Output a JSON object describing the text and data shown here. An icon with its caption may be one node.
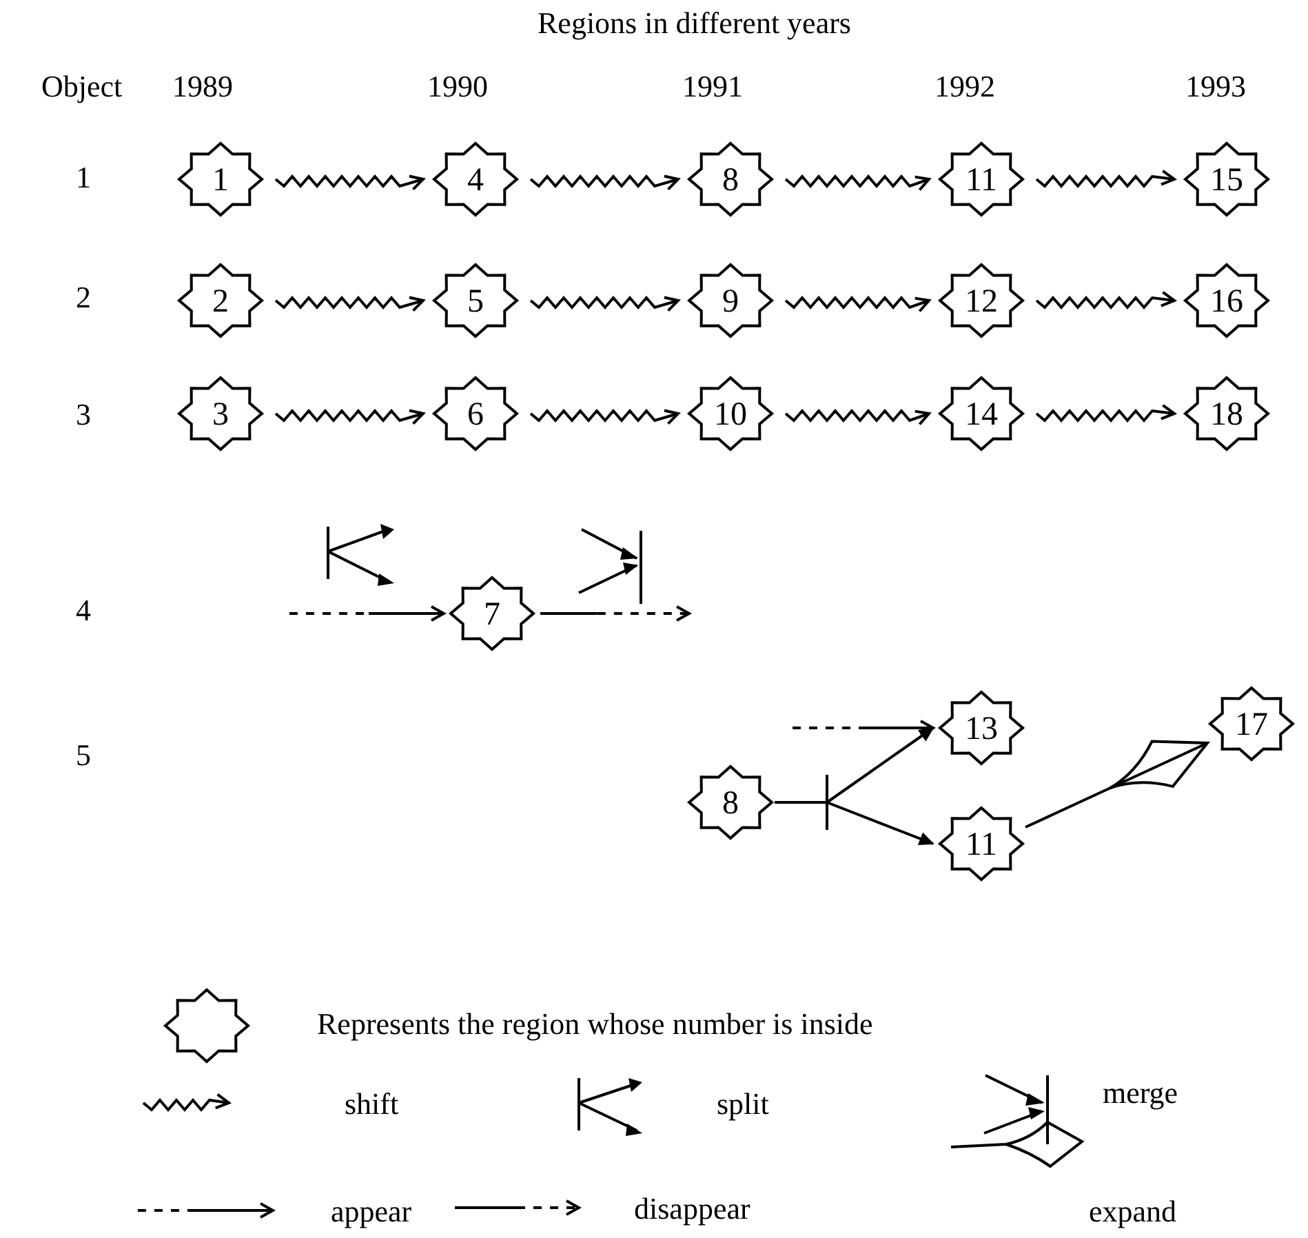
{
  "diagram": {
    "title": "Regions in different years",
    "nodes": [
      {
        "text": [
          "1"
        ]
      },
      {
        "text": [
          "4"
        ]
      },
      {
        "text": [
          "8"
        ]
      },
      {
        "text": [
          "11"
        ]
      },
      {
        "text": [
          "15"
        ]
      },
      {
        "text": [
          "2"
        ]
      },
      {
        "text": [
          "5"
        ]
      },
      {
        "text": [
          "9"
        ]
      },
      {
        "text": [
          "12"
        ]
      },
      {
        "text": [
          "16"
        ]
      },
      {
        "text": [
          "3"
        ]
      },
      {
        "text": [
          "6"
        ]
      },
      {
        "text": [
          "10"
        ]
      },
      {
        "text": [
          "14"
        ]
      },
      {
        "text": [
          "18"
        ]
      },
      {
        "text": [
          "7"
        ]
      },
      {
        "text": [
          "13"
        ]
      },
      {
        "text": [
          "17"
        ]
      },
      {
        "text": [
          "8"
        ]
      },
      {
        "text": [
          "11"
        ]
      }
    ],
    "edges": [
      {
        "from": 0,
        "to": 1,
        "arrow": "to"
      },
      {
        "from": 1,
        "to": 2,
        "arrow": "to"
      },
      {
        "from": 2,
        "to": 3,
        "arrow": "to"
      },
      {
        "from": 3,
        "to": 4,
        "arrow": "to"
      },
      {
        "from": 5,
        "to": 6,
        "arrow": "to"
      },
      {
        "from": 6,
        "to": 7,
        "arrow": "to"
      },
      {
        "from": 7,
        "to": 8,
        "arrow": "to"
      },
      {
        "from": 8,
        "to": 9,
        "arrow": "to"
      },
      {
        "from": 10,
        "to": 11,
        "arrow": "to"
      },
      {
        "from": 11,
        "to": 12,
        "arrow": "to"
      },
      {
        "from": 12,
        "to": 13,
        "arrow": "to"
      },
      {
        "from": 13,
        "to": 14,
        "arrow": "to"
      },
      {
        "from": null,
        "to": 15,
        "arrow": "to",
        "style": "dashed"
      },
      {
        "from": 15,
        "to": null,
        "arrow": "to",
        "style": "dashed"
      },
      {
        "from": null,
        "to": 16,
        "arrow": "to",
        "style": "dashed"
      },
      {
        "from": 18,
        "to": 16,
        "arrow": "to"
      },
      {
        "from": 18,
        "to": 19,
        "arrow": "to"
      },
      {
        "from": 19,
        "to": 17,
        "arrow": "other"
      }
    ],
    "labels": [
      "Object",
      "1989",
      "1990",
      "1991",
      "1992",
      "1993",
      "1",
      "2",
      "3",
      "4",
      "5"
    ],
    "legend": [
      {
        "text": "Represents the region whose number is inside"
      },
      {
        "text": "shift"
      },
      {
        "text": "split"
      },
      {
        "text": "merge"
      },
      {
        "text": "appear"
      },
      {
        "text": "disappear"
      },
      {
        "text": "expand"
      }
    ]
  }
}
